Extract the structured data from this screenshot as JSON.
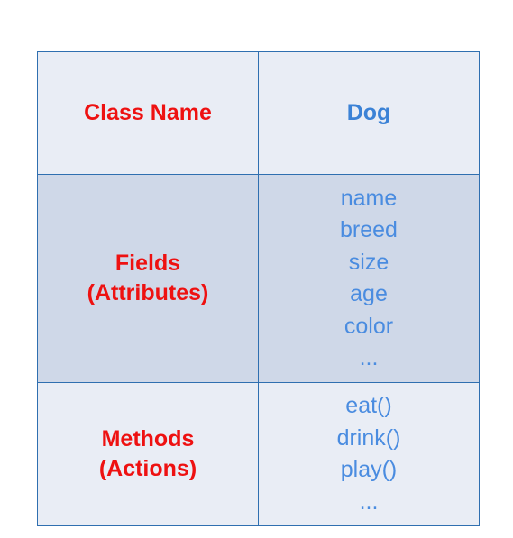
{
  "class_name": {
    "label": "Class Name",
    "value": "Dog"
  },
  "fields": {
    "label_line1": "Fields",
    "label_line2": "(Attributes)",
    "items": [
      "name",
      "breed",
      "size",
      "age",
      "color",
      "..."
    ]
  },
  "methods": {
    "label_line1": "Methods",
    "label_line2": "(Actions)",
    "items": [
      "eat()",
      "drink()",
      "play()",
      "..."
    ]
  },
  "colors": {
    "label_red": "#ee1111",
    "value_blue": "#4a8ce0",
    "border_blue": "#2f6fb0",
    "cell_light": "#e9edf5",
    "cell_dark": "#cfd8e8"
  }
}
